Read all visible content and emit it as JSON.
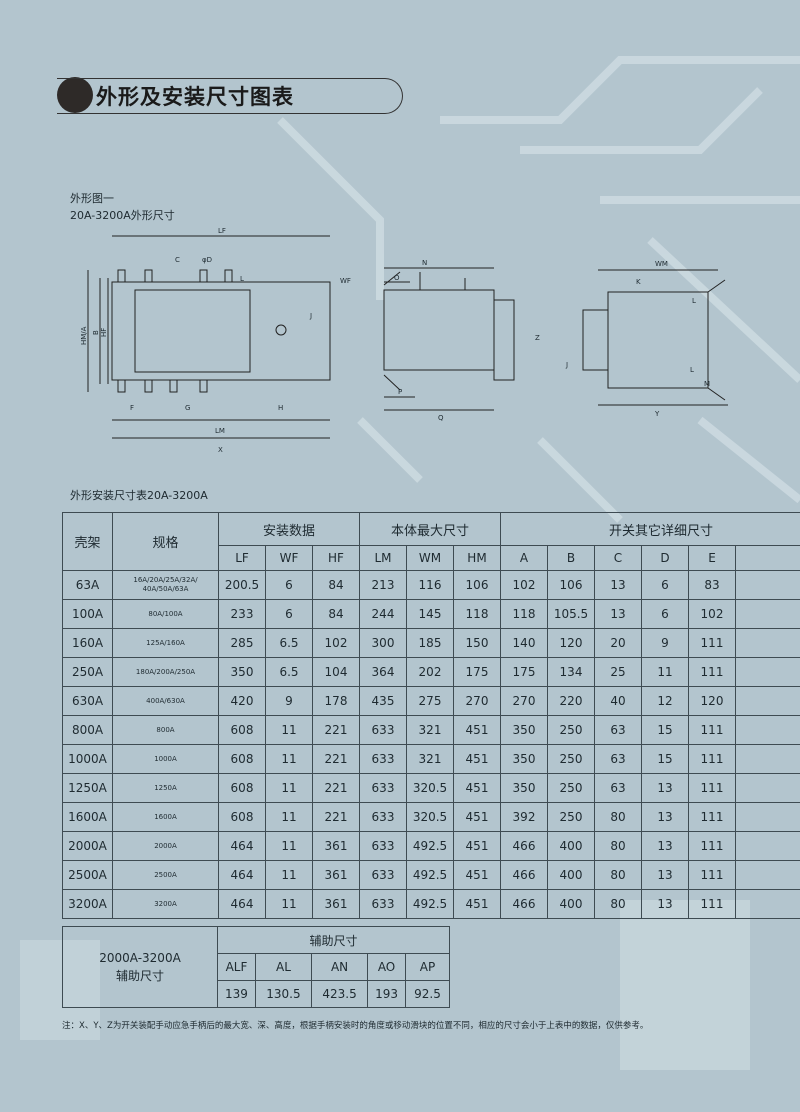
{
  "header": {
    "title": "外形及安装尺寸图表"
  },
  "figure": {
    "caption1": "外形图一",
    "caption2": "20A-3200A外形尺寸",
    "labels": {
      "LF": "LF",
      "C": "C",
      "phiD": "φD",
      "L": "L",
      "WF": "WF",
      "HMA": "HM/A",
      "B": "B",
      "HF": "HF",
      "J": "J",
      "F": "F",
      "G": "G",
      "H": "H",
      "LM": "LM",
      "X": "X",
      "N": "N",
      "O": "O",
      "Z": "Z",
      "P": "P",
      "Q": "Q",
      "WM": "WM",
      "K": "K",
      "Y": "Y",
      "M": "M",
      "L2": "L",
      "L3": "L",
      "J2": "J"
    }
  },
  "table_caption": "外形安装尺寸表20A-3200A",
  "main_table": {
    "col_frame": "壳架",
    "col_spec": "规格",
    "group_install": "安装数据",
    "group_body": "本体最大尺寸",
    "group_other": "开关其它详细尺寸",
    "sub_headers": [
      "LF",
      "WF",
      "HF",
      "LM",
      "WM",
      "HM",
      "A",
      "B",
      "C",
      "D",
      "E"
    ],
    "rows": [
      {
        "frame": "63A",
        "spec": "16A/20A/25A/32A/ 40A/50A/63A",
        "v": [
          "200.5",
          "6",
          "84",
          "213",
          "116",
          "106",
          "102",
          "106",
          "13",
          "6",
          "83"
        ]
      },
      {
        "frame": "100A",
        "spec": "80A/100A",
        "v": [
          "233",
          "6",
          "84",
          "244",
          "145",
          "118",
          "118",
          "105.5",
          "13",
          "6",
          "102"
        ]
      },
      {
        "frame": "160A",
        "spec": "125A/160A",
        "v": [
          "285",
          "6.5",
          "102",
          "300",
          "185",
          "150",
          "140",
          "120",
          "20",
          "9",
          "111"
        ]
      },
      {
        "frame": "250A",
        "spec": "180A/200A/250A",
        "v": [
          "350",
          "6.5",
          "104",
          "364",
          "202",
          "175",
          "175",
          "134",
          "25",
          "11",
          "111"
        ]
      },
      {
        "frame": "630A",
        "spec": "400A/630A",
        "v": [
          "420",
          "9",
          "178",
          "435",
          "275",
          "270",
          "270",
          "220",
          "40",
          "12",
          "120"
        ]
      },
      {
        "frame": "800A",
        "spec": "800A",
        "v": [
          "608",
          "11",
          "221",
          "633",
          "321",
          "451",
          "350",
          "250",
          "63",
          "15",
          "111"
        ]
      },
      {
        "frame": "1000A",
        "spec": "1000A",
        "v": [
          "608",
          "11",
          "221",
          "633",
          "321",
          "451",
          "350",
          "250",
          "63",
          "15",
          "111"
        ]
      },
      {
        "frame": "1250A",
        "spec": "1250A",
        "v": [
          "608",
          "11",
          "221",
          "633",
          "320.5",
          "451",
          "350",
          "250",
          "63",
          "13",
          "111"
        ]
      },
      {
        "frame": "1600A",
        "spec": "1600A",
        "v": [
          "608",
          "11",
          "221",
          "633",
          "320.5",
          "451",
          "392",
          "250",
          "80",
          "13",
          "111"
        ]
      },
      {
        "frame": "2000A",
        "spec": "2000A",
        "v": [
          "464",
          "11",
          "361",
          "633",
          "492.5",
          "451",
          "466",
          "400",
          "80",
          "13",
          "111"
        ]
      },
      {
        "frame": "2500A",
        "spec": "2500A",
        "v": [
          "464",
          "11",
          "361",
          "633",
          "492.5",
          "451",
          "466",
          "400",
          "80",
          "13",
          "111"
        ]
      },
      {
        "frame": "3200A",
        "spec": "3200A",
        "v": [
          "464",
          "11",
          "361",
          "633",
          "492.5",
          "451",
          "466",
          "400",
          "80",
          "13",
          "111"
        ]
      }
    ]
  },
  "aux_table": {
    "label1": "2000A-3200A",
    "label2": "辅助尺寸",
    "group": "辅助尺寸",
    "headers": [
      "ALF",
      "AL",
      "AN",
      "AO",
      "AP"
    ],
    "values": [
      "139",
      "130.5",
      "423.5",
      "193",
      "92.5"
    ]
  },
  "note": "注：X、Y、Z为开关装配手动应急手柄后的最大宽、深、高度，根据手柄安装时的角度或移动滑块的位置不同，相应的尺寸会小于上表中的数据，仅供参考。"
}
